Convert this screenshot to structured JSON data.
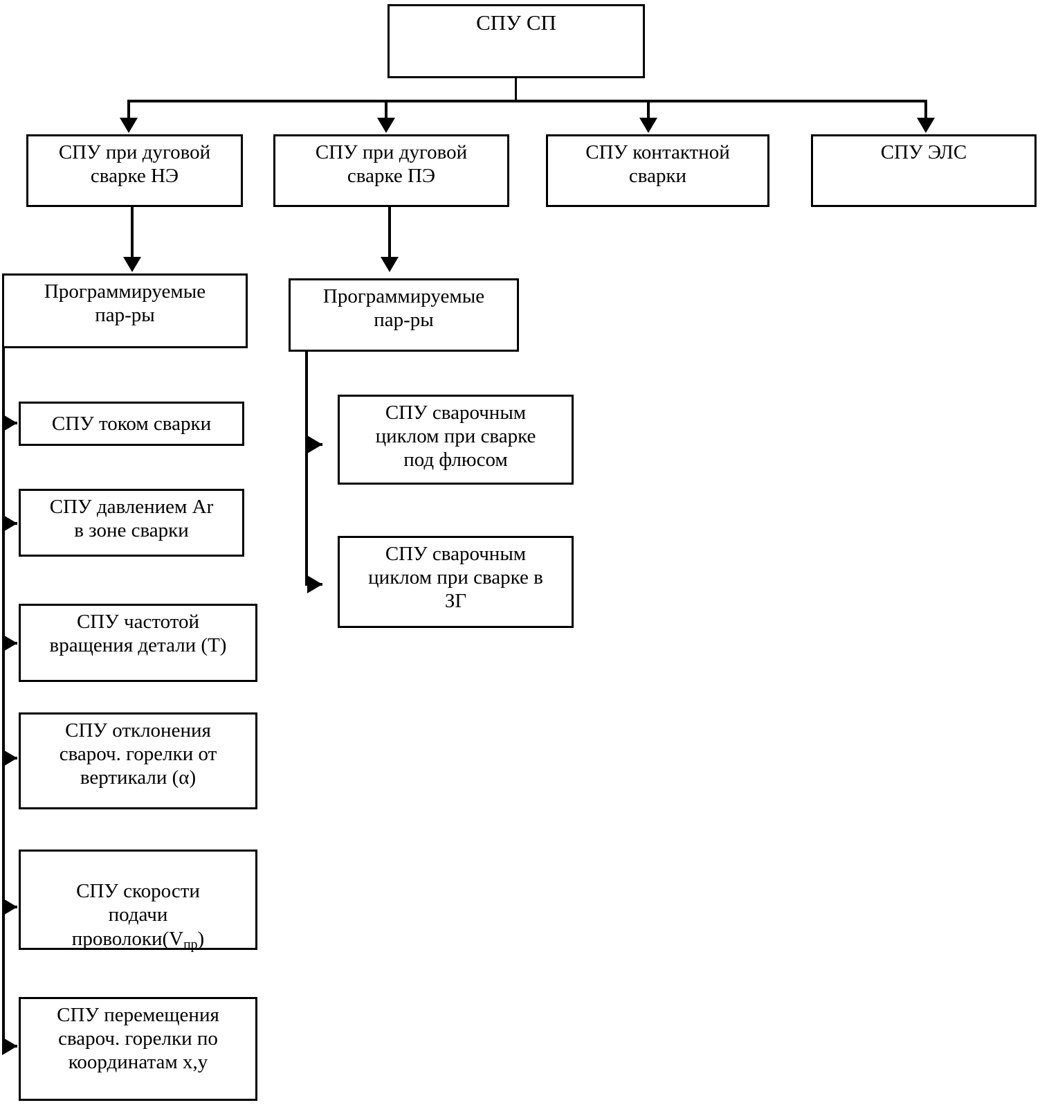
{
  "diagram": {
    "title": "СПУ СП",
    "type": "hierarchical-block-diagram",
    "root": {
      "id": "root",
      "label": "СПУ СП"
    },
    "level2": [
      {
        "id": "arc-ne",
        "label": "СПУ при дуговой\nсварке НЭ"
      },
      {
        "id": "arc-pe",
        "label": "СПУ при дуговой\nсварке ПЭ"
      },
      {
        "id": "resistance",
        "label": "СПУ контактной\nсварки"
      },
      {
        "id": "ebw",
        "label": "СПУ ЭЛС"
      }
    ],
    "level3": [
      {
        "id": "params-left",
        "label": "Программируемые\nпар-ры"
      },
      {
        "id": "params-right",
        "label": "Программируемые\nпар-ры"
      }
    ],
    "left_leaves": [
      {
        "id": "welding-current",
        "label": "СПУ током сварки"
      },
      {
        "id": "ar-pressure",
        "label": "СПУ давлением Ar\nв зоне сварки"
      },
      {
        "id": "rotation-frequency",
        "label": "СПУ частотой\nвращения детали (Т)"
      },
      {
        "id": "torch-deviation",
        "label": "СПУ отклонения\nсвароч. горелки от\nвертикали (α)"
      },
      {
        "id": "wire-feed-speed",
        "label_part1": "СПУ скорости\nподачи\nпроволоки(V",
        "label_sub": "пр",
        "label_part2": ")"
      },
      {
        "id": "torch-movement",
        "label": "СПУ перемещения\nсвароч. горелки по\nкоординатам x,y"
      }
    ],
    "right_leaves": [
      {
        "id": "cycle-submerged-arc",
        "label": "СПУ сварочным\nциклом при сварке\nпод флюсом"
      },
      {
        "id": "cycle-shielding-gas",
        "label": "СПУ сварочным\nциклом при сварке в\nЗГ"
      }
    ],
    "colors": {
      "stroke": "#000000",
      "fill": "#ffffff",
      "text": "#000000"
    }
  }
}
